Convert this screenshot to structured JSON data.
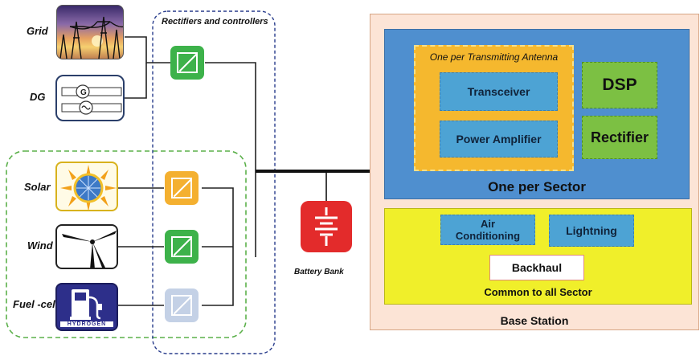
{
  "sources": {
    "grid": "Grid",
    "dg": "DG",
    "solar": "Solar",
    "wind": "Wind",
    "fuel_cell": "Fuel -cell",
    "hydrogen": "HYDROGEN"
  },
  "rectifiers_label": "Rectifiers and controllers",
  "battery_label": "Battery Bank",
  "base_station": {
    "title": "Base Station",
    "sector_title": "One per Sector",
    "antenna_title": "One per Transmitting Antenna",
    "transceiver": "Transceiver",
    "power_amplifier": "Power Amplifier",
    "dsp": "DSP",
    "rectifier": "Rectifier",
    "common_title": "Common to all Sector",
    "air_conditioning_line1": "Air",
    "air_conditioning_line2": "Conditioning",
    "lightning": "Lightning",
    "backhaul": "Backhaul"
  },
  "colors": {
    "sector_blue": "#4f8fcf",
    "antenna_orange": "#f5b82e",
    "common_yellow": "#f0ef2a",
    "base_station_bg": "#fce4d6",
    "converter_green": "#3db24a",
    "converter_orange": "#f4b030",
    "converter_gray": "#c4d1e6",
    "battery_red": "#e32b2b"
  }
}
